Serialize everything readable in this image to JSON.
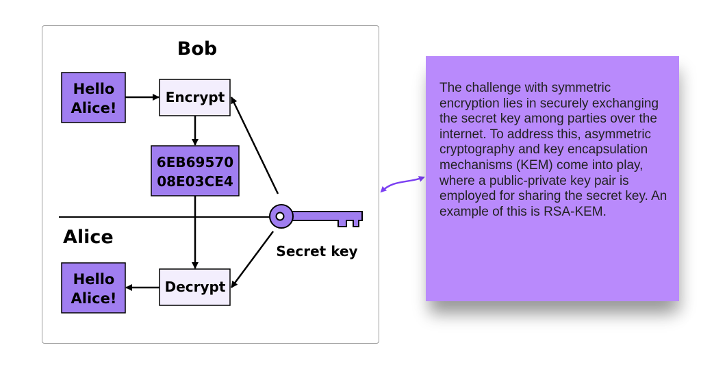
{
  "diagram": {
    "bob_label": "Bob",
    "alice_label": "Alice",
    "plaintext_top_line1": "Hello",
    "plaintext_top_line2": "Alice!",
    "encrypt_label": "Encrypt",
    "ciphertext_line1": "6EB69570",
    "ciphertext_line2": "08E03CE4",
    "decrypt_label": "Decrypt",
    "plaintext_bottom_line1": "Hello",
    "plaintext_bottom_line2": "Alice!",
    "key_label": "Secret key"
  },
  "note": {
    "text": "The challenge with symmetric encryption lies in securely exchanging the secret key among parties over the internet. To address this, asymmetric cryptography and key encapsulation mechanisms (KEM) come into play, where a public-private key pair is employed for sharing the secret key. An example of this is RSA-KEM."
  },
  "colors": {
    "box_dark": "#a07ef0",
    "box_light": "#f3eefd",
    "note_background": "#b98afc",
    "connector": "#7b3ff2"
  }
}
